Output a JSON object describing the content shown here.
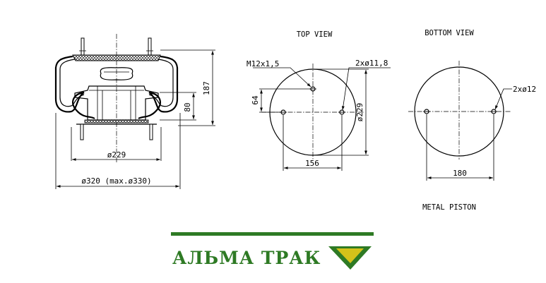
{
  "views": {
    "top_view_title": "TOP VIEW",
    "bottom_view_title": "BOTTOM VIEW",
    "piston_note": "METAL PISTON"
  },
  "side_view": {
    "height_dim": "187",
    "piston_height_dim": "80",
    "bottom_diameter_dim": "ø229",
    "max_diameter_dim": "ø320 (max.ø330)"
  },
  "top_view": {
    "thread_label": "M12x1,5",
    "holes_label": "2xø11,8",
    "offset_dim": "64",
    "spacing_dim": "156",
    "diameter_dim": "ø229"
  },
  "bottom_view": {
    "holes_label": "2xø12",
    "spacing_dim": "180"
  },
  "brand": {
    "name": "АЛЬМА ТРАК",
    "color": "#2e7a24",
    "logo_color": "#d4c21a"
  }
}
